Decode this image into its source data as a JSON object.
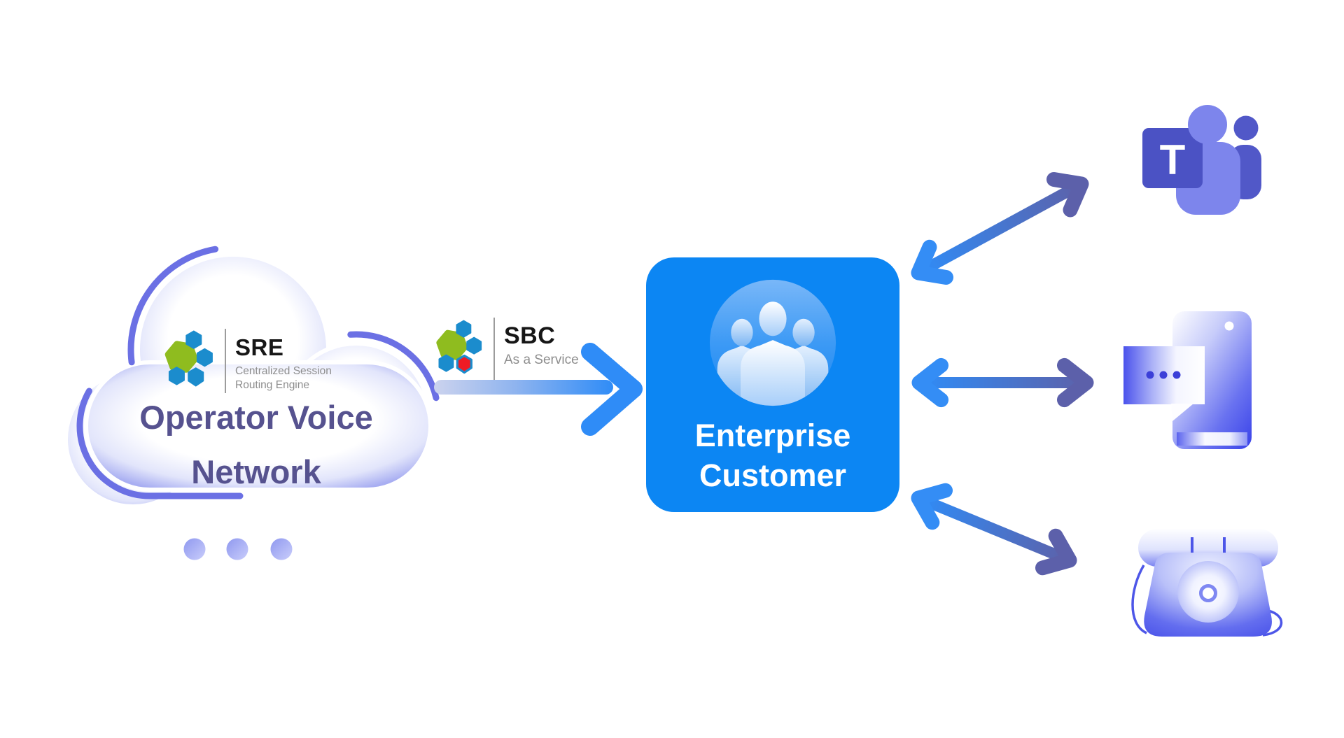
{
  "cloud": {
    "label": "Operator Voice Network"
  },
  "sre": {
    "title": "SRE",
    "subtitle_line1": "Centralized Session",
    "subtitle_line2": "Routing Engine"
  },
  "sbc": {
    "title": "SBC",
    "subtitle": "As a Service"
  },
  "enterprise": {
    "label": "Enterprise Customer"
  },
  "teams": {
    "letter": "T"
  },
  "colors": {
    "enterprise_blue": "#0c86f3",
    "arrow_blue": "#2f8cf7",
    "arrow_purple": "#5c60aa",
    "cloud_edge_periwinkle": "#a8aef2",
    "cloud_outline_purple": "#6b70e4",
    "cloud_text_purple": "#56528f",
    "logo_green": "#8fbc1f",
    "logo_blue": "#1b8ccd",
    "logo_red": "#ee1b24",
    "teams_tile_indigo": "#4b52c4",
    "teams_light_purple": "#7d85ec",
    "teams_dark_purple": "#5158c8",
    "device_indigo": "#4a53ec",
    "subtitle_gray": "#8d8d8d"
  }
}
